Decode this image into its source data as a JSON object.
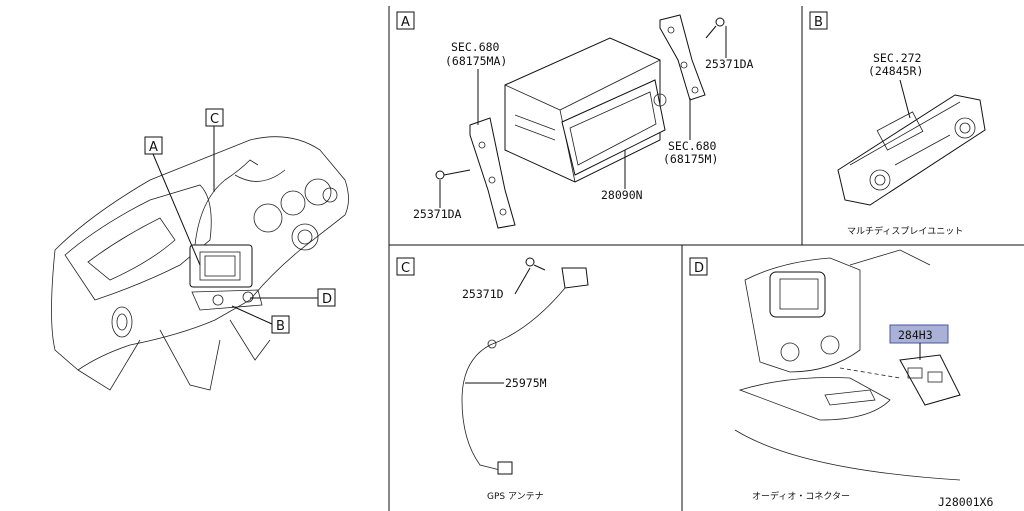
{
  "overview": {
    "callouts": [
      {
        "id": "A",
        "label": "A"
      },
      {
        "id": "C",
        "label": "C"
      },
      {
        "id": "D",
        "label": "D"
      },
      {
        "id": "B",
        "label": "B"
      }
    ]
  },
  "panel_a": {
    "label": "A",
    "parts": {
      "sec680_left": "SEC.680",
      "sec680_left_code": "(68175MA)",
      "bolt_right": "25371DA",
      "sec680_right": "SEC.680",
      "sec680_right_code": "(68175M)",
      "bolt_left": "25371DA",
      "unit": "28090N"
    }
  },
  "panel_b": {
    "label": "B",
    "parts": {
      "sec272": "SEC.272",
      "sec272_code": "(24845R)"
    },
    "caption": "マルチディスプレイユニット"
  },
  "panel_c": {
    "label": "C",
    "parts": {
      "screw": "25371D",
      "cable": "25975M"
    },
    "caption": "GPS アンテナ"
  },
  "panel_d": {
    "label": "D",
    "highlight": {
      "text": "284H3",
      "color": "#a9b1d6"
    },
    "caption": "オーディオ・コネクター"
  },
  "diagram_code": "J28001X6"
}
